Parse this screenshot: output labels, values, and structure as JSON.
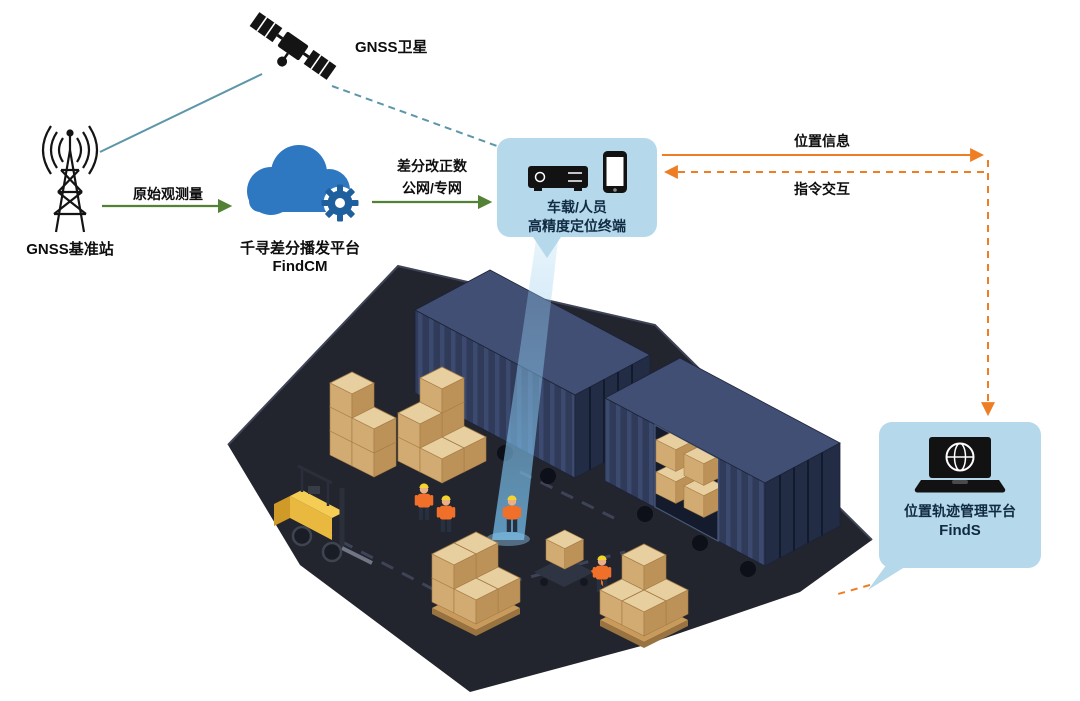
{
  "nodes": {
    "satellite": {
      "label": "GNSS卫星",
      "icon": "satellite-icon"
    },
    "base_station": {
      "label": "GNSS基准站",
      "icon": "radio-tower-icon"
    },
    "cloud_platform": {
      "name": "千寻差分播发平台",
      "product": "FindCM",
      "icon": "cloud-gear-icon"
    },
    "terminal": {
      "line1": "车载/人员",
      "line2": "高精度定位终端",
      "icons": [
        "media-terminal-icon",
        "smartphone-icon"
      ]
    },
    "management_platform": {
      "name": "位置轨迹管理平台",
      "product": "FindS",
      "icon": "laptop-globe-icon"
    }
  },
  "links": {
    "satellite_to_base": {
      "style": "solid-teal"
    },
    "satellite_to_terminal": {
      "style": "dashed-teal"
    },
    "raw_observation": {
      "label": "原始观测量",
      "from": "base_station",
      "to": "cloud_platform",
      "style": "solid-green-arrow"
    },
    "correction": {
      "label_line1": "差分改正数",
      "label_line2": "公网/专网",
      "from": "cloud_platform",
      "to": "terminal",
      "style": "solid-green-arrow"
    },
    "position_info": {
      "label": "位置信息",
      "from": "terminal",
      "to": "management_platform",
      "style": "solid-orange-arrow"
    },
    "command_interaction": {
      "label": "指令交互",
      "from": "management_platform",
      "to": "terminal",
      "style": "dashed-orange-arrow"
    },
    "platform_to_scene": {
      "style": "dashed-orange"
    }
  },
  "scene": {
    "description": "isometric container yard with two shipping containers, forklift, pallet stacks, pallet jack and workers; positioning beam from terminal onto a worker",
    "icons": [
      "shipping-container-icon",
      "forklift-icon",
      "pallet-boxes-icon",
      "worker-icon",
      "pallet-jack-icon",
      "positioning-beam"
    ]
  },
  "colors": {
    "node_bg": "#b5d8ea",
    "green": "#538135",
    "orange": "#ee7e23",
    "teal": "#5c96a8",
    "cloud": "#2e78c2",
    "cloud_dark": "#1e5f9e",
    "box_text": "#102a43",
    "ink": "#0d0d0d"
  }
}
